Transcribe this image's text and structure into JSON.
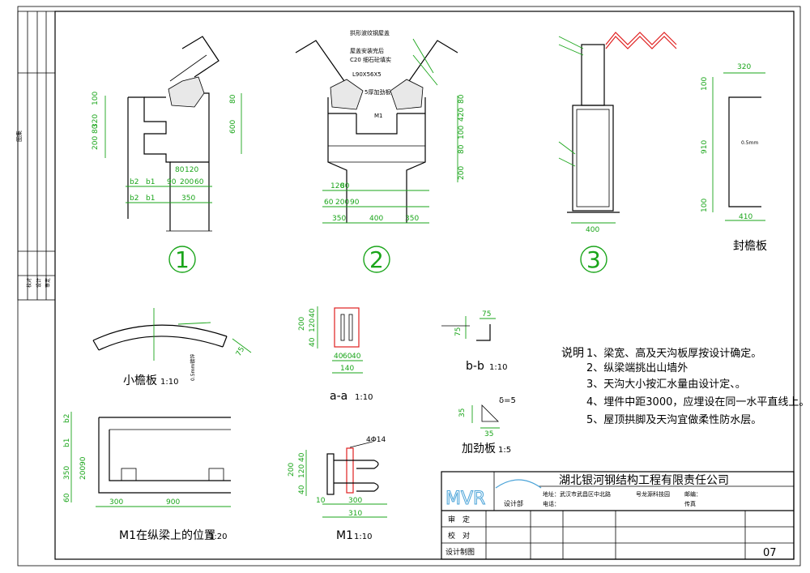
{
  "sidebar": {
    "labels": [
      "图集",
      "校对",
      "设计",
      "审定"
    ]
  },
  "details": {
    "d1": {
      "number": "1",
      "dims_left": [
        "100",
        "320",
        "200 80"
      ],
      "dims_right": [
        "80",
        "600"
      ],
      "dims_bottom": [
        "b2",
        "b1",
        "90",
        "200",
        "60",
        "350",
        "80",
        "120"
      ]
    },
    "d2": {
      "number": "2",
      "notes": [
        "拱形波纹钢屋盖",
        "屋盖安装完后",
        "C20 细石砼填实",
        "L90X56X5",
        "5厚加劲板",
        "M1"
      ],
      "dims_right": [
        "80",
        "420",
        "100",
        "80",
        "200"
      ],
      "dims_bottom": [
        "120",
        "80",
        "60",
        "200",
        "90",
        "350",
        "400",
        "350"
      ]
    },
    "d3": {
      "number": "3",
      "dims_bottom": [
        "400"
      ]
    }
  },
  "fengyan": {
    "title": "封檐板",
    "dims": [
      "320",
      "100",
      "910",
      "100",
      "410"
    ],
    "note": "0.5mm"
  },
  "xiaoyan": {
    "title": "小檐板",
    "scale": "1:10",
    "dims": [
      "75"
    ],
    "note": "0.5mm镀锌"
  },
  "section_aa": {
    "title": "a-a",
    "scale": "1:10",
    "dims_left": [
      "200",
      "40",
      "120",
      "40"
    ],
    "dims_bottom": [
      "40",
      "60",
      "40",
      "140"
    ]
  },
  "section_bb": {
    "title": "b-b",
    "scale": "1:10",
    "dims": [
      "75",
      "75"
    ]
  },
  "jiajinban": {
    "title": "加劲板",
    "scale": "1:5",
    "dims": [
      "δ=5",
      "35",
      "35"
    ]
  },
  "m1_pos": {
    "title": "M1在纵梁上的位置",
    "scale": "1:20",
    "dims_left": [
      "b2",
      "b1",
      "350",
      "200",
      "90",
      "60"
    ],
    "dims_bottom": [
      "300",
      "900"
    ]
  },
  "m1": {
    "title": "M1",
    "scale": "1:10",
    "label": "4Φ14",
    "dims_left": [
      "200",
      "40",
      "120",
      "40"
    ],
    "dims_bottom": [
      "10",
      "300",
      "310"
    ]
  },
  "notes": {
    "title": "说明",
    "items": [
      "1、梁宽、高及天沟板厚按设计确定。",
      "2、纵梁端挑出山墙外",
      "3、天沟大小按汇水量由设计定、。",
      "4、埋件中距3000，应埋设在同一水平直线上。",
      "5、屋顶拱脚及天沟宜做柔性防水层。"
    ]
  },
  "titleblock": {
    "logo": "MVR",
    "dept": "设计部",
    "company": "湖北银河钢结构工程有限责任公司",
    "address": "地址：武汉市武昌区中北路",
    "address2": "号龙源科技园",
    "phone": "电话：",
    "zip": "邮编：",
    "fax": "传真",
    "rows": [
      "审　定",
      "校　对",
      "设计制图"
    ],
    "sheet": "07"
  }
}
